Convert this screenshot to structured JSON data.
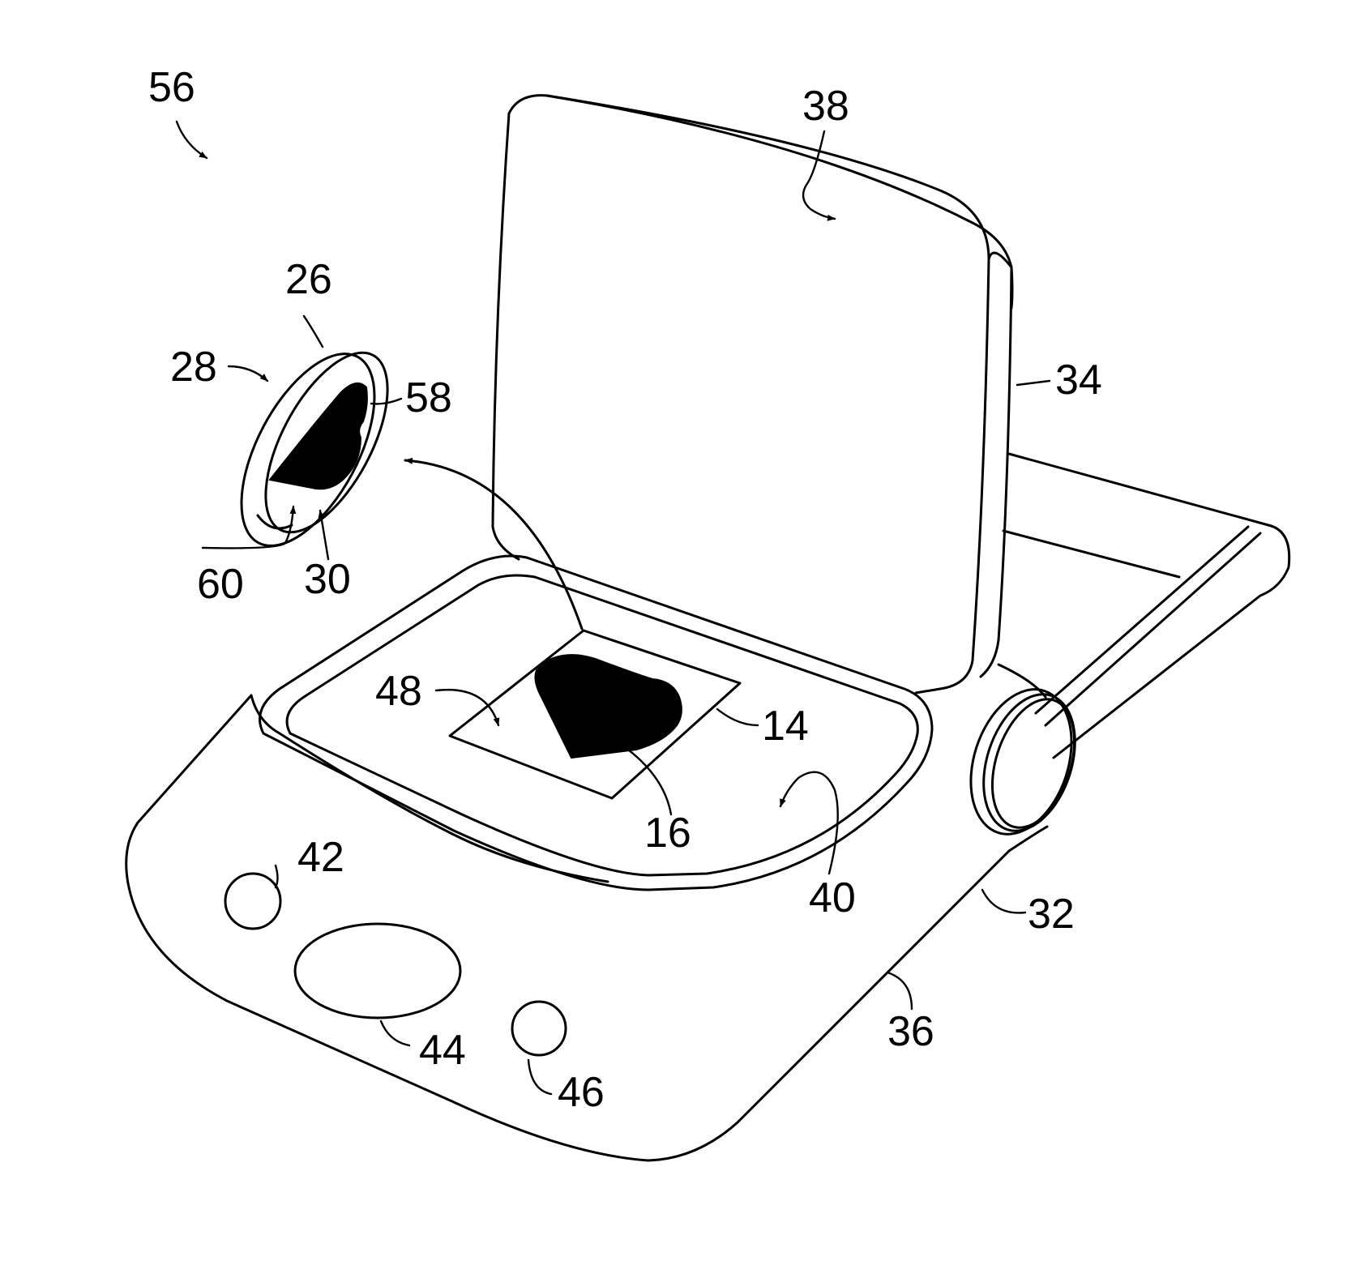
{
  "figure": {
    "ink_color": "#000000",
    "paper_color": "#ffffff",
    "reference_numerals": {
      "device": "56",
      "lid": "38",
      "disc_top": "26",
      "disc_edge": "28",
      "disc_image": "58",
      "disc_face": "30",
      "disc_rim": "60",
      "hinge": "34",
      "recess": "48",
      "image_card": "14",
      "heart_image": "16",
      "base_surface": "40",
      "button_left": "42",
      "button_oval": "44",
      "button_right": "46",
      "side_edge": "32",
      "front_edge": "36"
    }
  }
}
